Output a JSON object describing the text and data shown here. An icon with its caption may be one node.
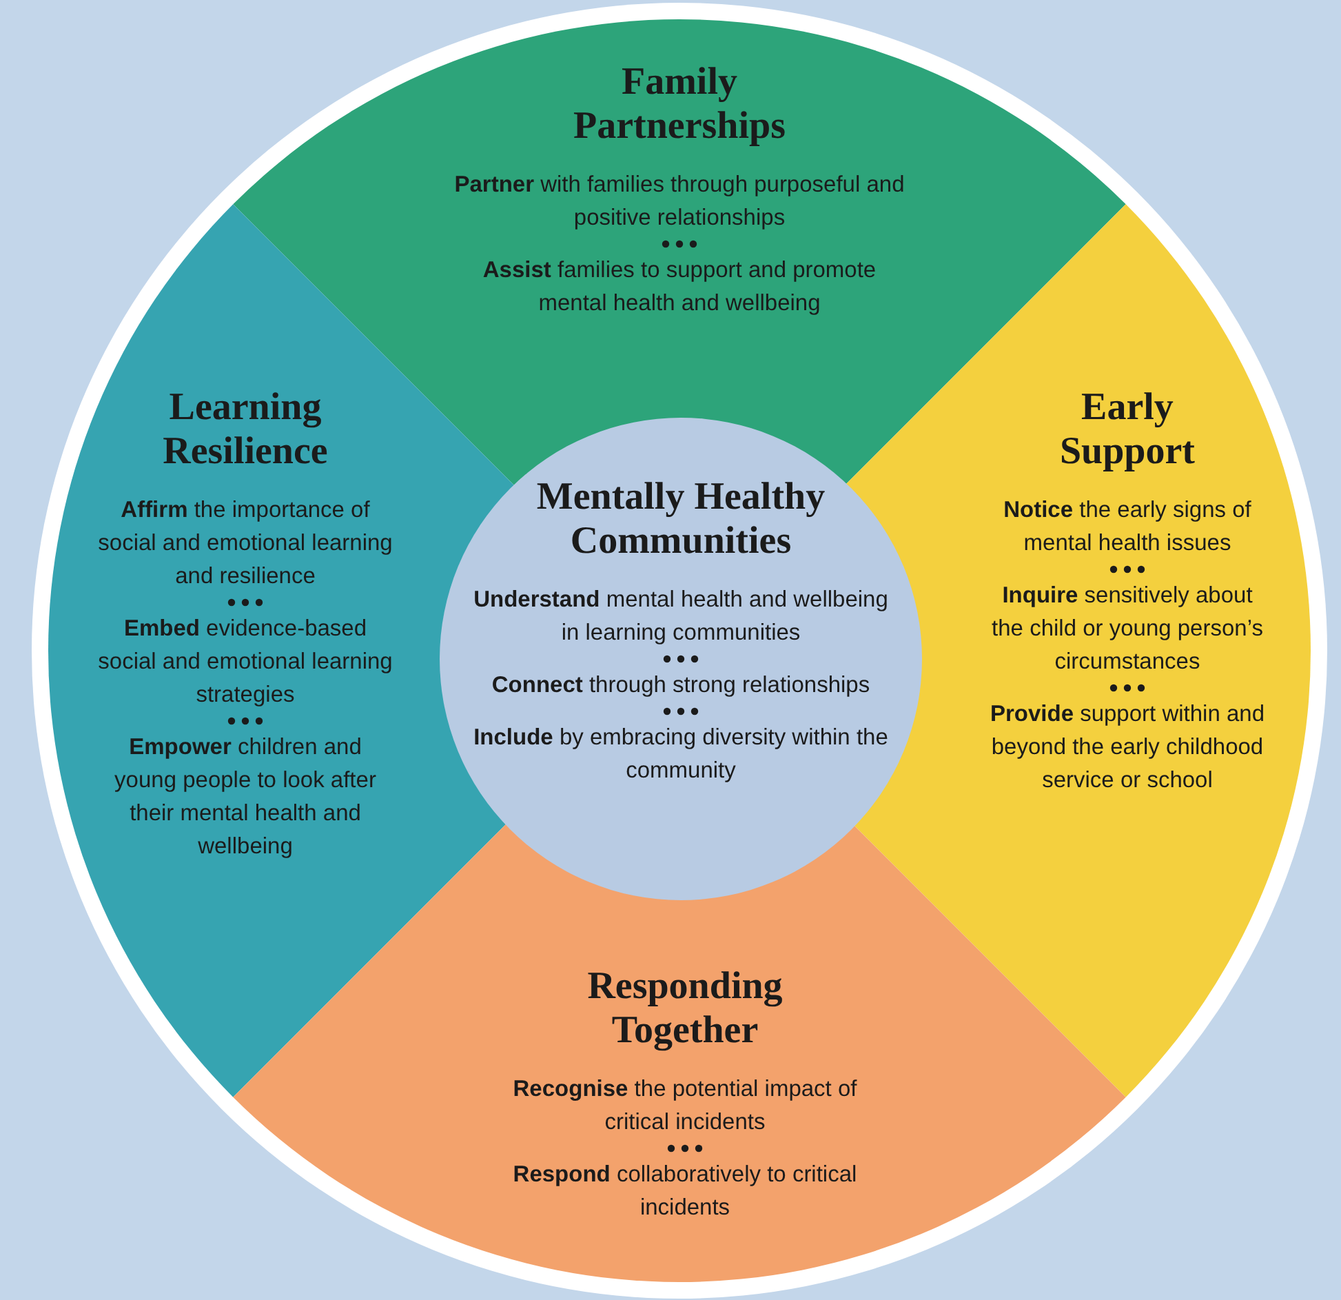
{
  "diagram": {
    "nodes": [
      {
        "text": [
          "Family Partnerships",
          "**Partner** with families through purposeful and positive relationships",
          "**Assist** families to support and promote mental health and wellbeing"
        ]
      },
      {
        "text": [
          "Learning Resilience",
          "**Affirm** the importance of social and emotional learning and resilience",
          "**Embed** evidence-based social and emotional learning strategies",
          "**Empower** children and young people to look after their mental health and wellbeing"
        ]
      },
      {
        "text": [
          "Mentally Healthy Communities",
          "**Understand** mental health and wellbeing in learning communities",
          "**Connect** through strong relationships",
          "**Include** by embracing diversity within the community"
        ]
      },
      {
        "text": [
          "Early Support",
          "**Notice** the early signs of mental health issues",
          "**Inquire** sensitively about the child or young person’s circumstances",
          "**Provide** support within and beyond the early childhood service or school"
        ]
      },
      {
        "text": [
          "Responding Together",
          "**Recognise** the potential impact of critical incidents",
          "**Respond** collaboratively to critical incidents"
        ]
      }
    ]
  }
}
